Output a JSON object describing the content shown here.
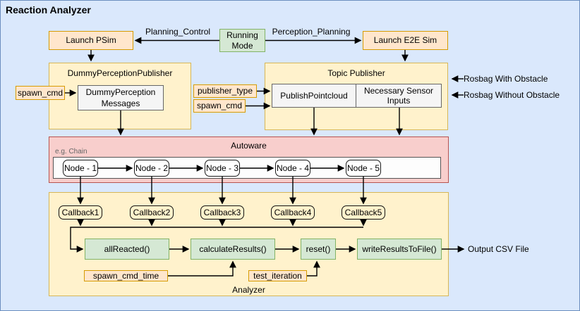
{
  "palette": {
    "canvas_bg": "#dae8fc",
    "canvas_border": "#6c8ebf",
    "orange_fill": "#ffe6cc",
    "orange_border": "#d79b00",
    "green_fill": "#d5e8d4",
    "green_border": "#82b366",
    "yellow_fill": "#fff2cc",
    "yellow_border": "#d6b656",
    "red_fill": "#f8cecc",
    "red_border": "#b85450",
    "gray_fill": "#f5f5f5",
    "gray_border": "#666666"
  },
  "title": "Reaction Analyzer",
  "top_row": {
    "launch_psim": "Launch PSim",
    "running_mode": "Running Mode",
    "launch_e2e_sim": "Launch E2E Sim",
    "planning_control_label": "Planning_Control",
    "perception_planning_label": "Perception_Planning"
  },
  "dummy_perception_publisher": {
    "title": "DummyPerceptionPublisher",
    "messages_box": "DummyPerception Messages",
    "spawn_cmd": "spawn_cmd"
  },
  "topic_publisher": {
    "title": "Topic Publisher",
    "publisher_type": "publisher_type",
    "spawn_cmd": "spawn_cmd",
    "publish_pointcloud": "PublishPointcloud",
    "necessary_sensor_inputs": "Necessary Sensor Inputs"
  },
  "rosbag": {
    "with_obstacle": "Rosbag With Obstacle",
    "without_obstacle": "Rosbag Without Obstacle"
  },
  "autoware": {
    "title": "Autoware",
    "chain_note": "e.g. Chain",
    "nodes": [
      "Node - 1",
      "Node - 2",
      "Node - 3",
      "Node - 4",
      "Node - 5"
    ]
  },
  "analyzer": {
    "title": "Analyzer",
    "callbacks": [
      "Callback1",
      "Callback2",
      "Callback3",
      "Callback4",
      "Callback5"
    ],
    "functions": {
      "all_reacted": "allReacted()",
      "calculate_results": "calculateResults()",
      "reset": "reset()",
      "write_results_to_file": "writeResultsToFile()"
    },
    "spawn_cmd_time": "spawn_cmd_time",
    "test_iteration": "test_iteration"
  },
  "output_label": "Output CSV File"
}
